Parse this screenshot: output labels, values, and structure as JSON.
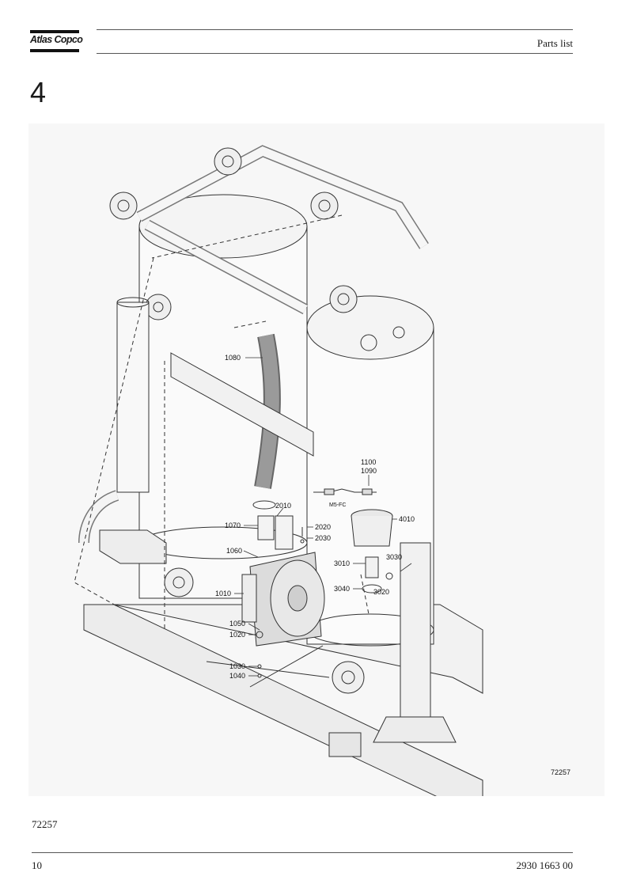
{
  "header": {
    "brand": "Atlas Copco",
    "title": "Parts list"
  },
  "section": {
    "number": "4"
  },
  "figure": {
    "number_inside": "72257",
    "number_below": "72257",
    "labels": {
      "p1080": "1080",
      "p1100": "1100",
      "p1090": "1090",
      "m5fc": "M5-FC",
      "p2010": "2010",
      "p1070": "1070",
      "p2020": "2020",
      "p4010": "4010",
      "p2030": "2030",
      "p1060": "1060",
      "p3030": "3030",
      "p3010": "3010",
      "p1010": "1010",
      "p3040": "3040",
      "p3020": "3020",
      "p1050": "1050",
      "p1020": "1020",
      "p1030": "1030",
      "p1040": "1040"
    }
  },
  "footer": {
    "page_number": "10",
    "doc_number": "2930 1663 00"
  }
}
